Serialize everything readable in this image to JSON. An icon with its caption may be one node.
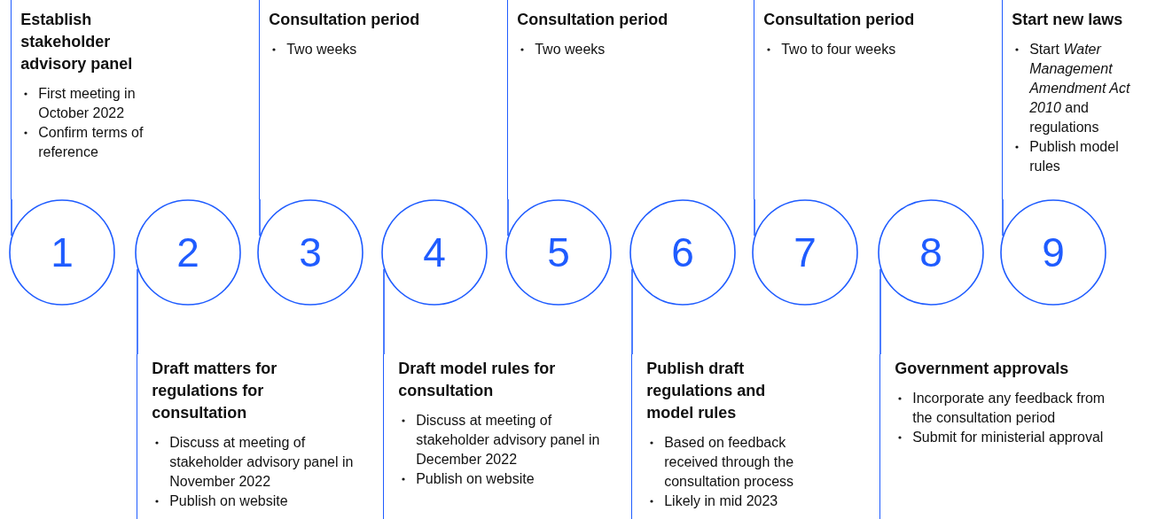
{
  "diagram": {
    "nodes": [
      {
        "text": [
          "Establish stakeholder advisory panel",
          "First meeting in October 2022",
          "Confirm terms of reference"
        ]
      },
      {
        "text": [
          "1"
        ]
      },
      {
        "text": [
          "Draft matters for regulations for consultation",
          "Discuss at meeting of stakeholder advisory panel in November 2022",
          "Publish on website"
        ]
      },
      {
        "text": [
          "2"
        ]
      },
      {
        "text": [
          "Consultation period",
          "Two weeks"
        ]
      },
      {
        "text": [
          "3"
        ]
      },
      {
        "text": [
          "Draft model rules for consultation",
          "Discuss at meeting of stakeholder advisory panel in December 2022",
          "Publish on website"
        ]
      },
      {
        "text": [
          "4"
        ]
      },
      {
        "text": [
          "Consultation period",
          "Two weeks"
        ]
      },
      {
        "text": [
          "5"
        ]
      },
      {
        "text": [
          "Publish draft regulations and model rules",
          "Based on feedback received through the consultation process",
          "Likely in mid 2023"
        ]
      },
      {
        "text": [
          "6"
        ]
      },
      {
        "text": [
          "Consultation period",
          "Two to four weeks"
        ]
      },
      {
        "text": [
          "7"
        ]
      },
      {
        "text": [
          "Government approvals",
          "Incorporate any feedback from the consultation period",
          "Submit for ministerial approval"
        ]
      },
      {
        "text": [
          "8"
        ]
      },
      {
        "text": [
          "Start new laws",
          "Start *Water Management Amendment Act 2010* and regulations",
          "Publish model rules"
        ]
      },
      {
        "text": [
          "9"
        ]
      }
    ],
    "edges": [
      {
        "from": 0,
        "to": 1,
        "arrow": "none"
      },
      {
        "from": 2,
        "to": 3,
        "arrow": "none"
      },
      {
        "from": 4,
        "to": 5,
        "arrow": "none"
      },
      {
        "from": 6,
        "to": 7,
        "arrow": "none"
      },
      {
        "from": 8,
        "to": 9,
        "arrow": "none"
      },
      {
        "from": 10,
        "to": 11,
        "arrow": "none"
      },
      {
        "from": 12,
        "to": 13,
        "arrow": "none"
      },
      {
        "from": 14,
        "to": 15,
        "arrow": "none"
      },
      {
        "from": 16,
        "to": 17,
        "arrow": "none"
      }
    ]
  }
}
